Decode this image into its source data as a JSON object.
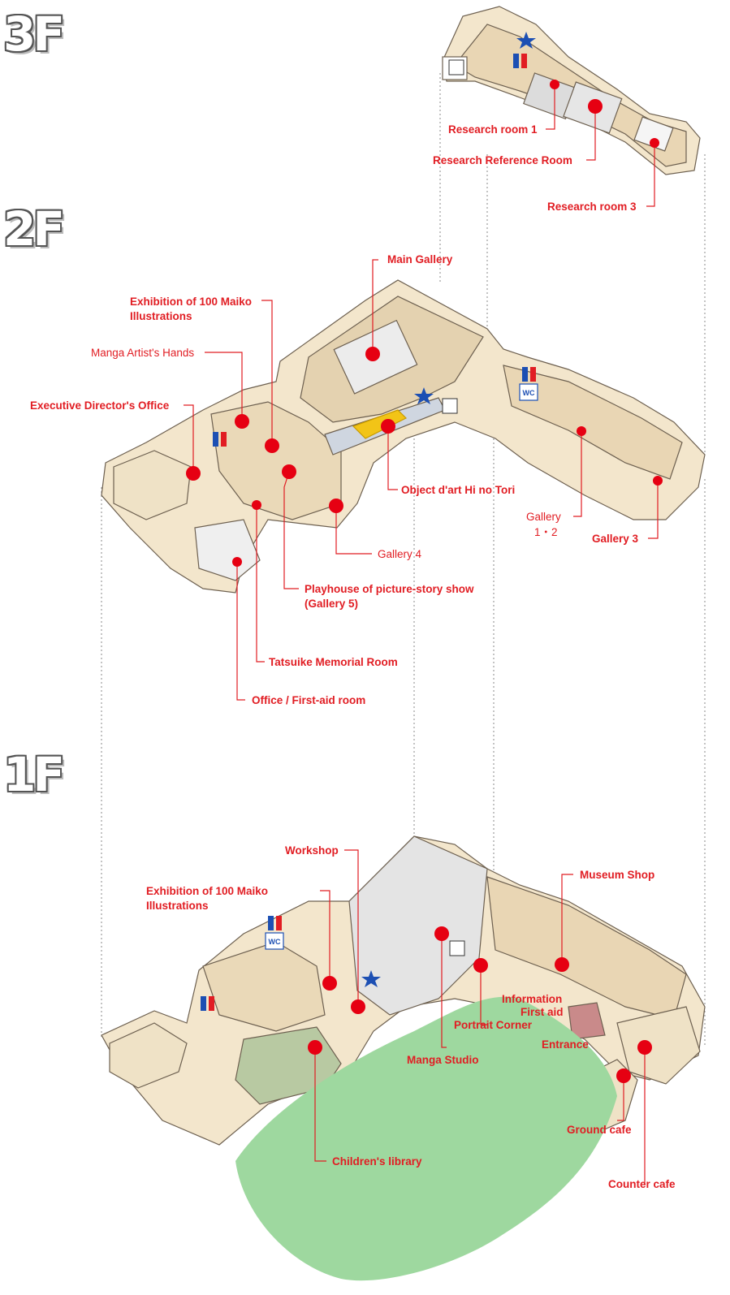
{
  "floors": {
    "f3": "3F",
    "f2": "2F",
    "f1": "1F"
  },
  "colors": {
    "label": "#e11d23",
    "marker": "#e60012",
    "wall": "#f3e6cc",
    "floor": "#e9d6b4",
    "lawn": "#9ed89f",
    "star": "#1c4fb3"
  },
  "icons": {
    "wc": "WC",
    "elevator": "elevator-icon",
    "restroom": "restroom-icon",
    "star": "star-icon"
  },
  "labels_3f": {
    "research_room_1": "Research room 1",
    "research_reference_room": "Research Reference Room",
    "research_room_3": "Research room 3"
  },
  "labels_2f": {
    "main_gallery": "Main Gallery",
    "exhibition_100_maiko_l1": "Exhibition of 100 Maiko",
    "exhibition_100_maiko_l2": "Illustrations",
    "manga_artists_hands": "Manga Artist's Hands",
    "executive_directors_office": "Executive Director's Office",
    "object_dart": "Object d'art Hi no Tori",
    "gallery_1_2_l1": "Gallery",
    "gallery_1_2_l2": "1・2",
    "gallery_3": "Gallery 3",
    "gallery_4": "Gallery 4",
    "playhouse_l1": "Playhouse of picture-story show",
    "playhouse_l2": "(Gallery 5)",
    "tatsuike_memorial_room": "Tatsuike Memorial Room",
    "office_first_aid": "Office / First-aid room"
  },
  "labels_1f": {
    "workshop": "Workshop",
    "exhibition_100_maiko_l1": "Exhibition of 100 Maiko",
    "exhibition_100_maiko_l2": "Illustrations",
    "museum_shop": "Museum Shop",
    "information": "Information",
    "first_aid": "First aid",
    "portrait_corner": "Portrait Corner",
    "entrance": "Entrance",
    "manga_studio": "Manga Studio",
    "ground_cafe": "Ground cafe",
    "childrens_library": "Children's library",
    "counter_cafe": "Counter cafe"
  }
}
